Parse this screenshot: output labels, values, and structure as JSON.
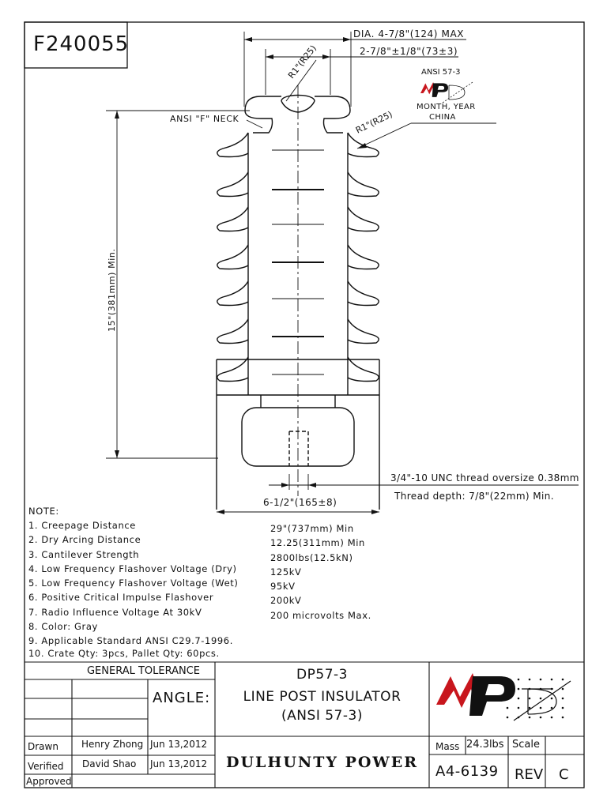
{
  "drawing_number": "F240055",
  "dimensions": {
    "dia_max": "DIA. 4-7/8\"(124) MAX",
    "bolt_spacing": "2-7/8\"±1/8\"(73±3)",
    "radius_top": "R1\"(R25)",
    "radius_side": "R1\"(R25)",
    "neck": "ANSI \"F\" NECK",
    "height": "15\"(381mm) Min.",
    "base_width": "6-1/2\"(165±8)",
    "thread": "3/4\"-10 UNC thread oversize 0.38mm",
    "thread_depth": "Thread depth: 7/8\"(22mm) Min."
  },
  "marking": {
    "standard": "ANSI 57-3",
    "date": "MONTH, YEAR",
    "origin": "CHINA"
  },
  "notes": {
    "heading": "NOTE:",
    "items": [
      {
        "label": "1. Creepage Distance",
        "value": "29\"(737mm) Min"
      },
      {
        "label": "2. Dry Arcing Distance",
        "value": "12.25(311mm) Min"
      },
      {
        "label": "3. Cantilever Strength",
        "value": "2800lbs(12.5kN)"
      },
      {
        "label": "4. Low Frequency Flashover Voltage (Dry)",
        "value": "125kV"
      },
      {
        "label": "5. Low Frequency Flashover Voltage (Wet)",
        "value": "95kV"
      },
      {
        "label": "6. Positive Critical Impulse Flashover",
        "value": "200kV"
      },
      {
        "label": "7. Radio Influence Voltage At 30kV",
        "value": "200 microvolts Max."
      },
      {
        "label": "8. Color: Gray",
        "value": ""
      },
      {
        "label": "9. Applicable Standard ANSI C29.7-1996.",
        "value": ""
      },
      {
        "label": "10. Crate Qty: 3pcs, Pallet Qty: 60pcs.",
        "value": ""
      }
    ]
  },
  "title_block": {
    "general_tolerance": "GENERAL TOLERANCE",
    "angle": "ANGLE:",
    "part_no": "DP57-3",
    "description": "LINE POST INSULATOR",
    "standard": "(ANSI 57-3)",
    "company": "DULHUNTY POWER",
    "mass_label": "Mass",
    "mass_value": "24.3lbs",
    "scale_label": "Scale",
    "drawing_code": "A4-6139",
    "rev_label": "REV",
    "rev_value": "C",
    "drawn_label": "Drawn",
    "drawn_by": "Henry Zhong",
    "drawn_date": "Jun 13,2012",
    "verified_label": "Verified",
    "verified_by": "David Shao",
    "verified_date": "Jun 13,2012",
    "approved_label": "Approved"
  }
}
